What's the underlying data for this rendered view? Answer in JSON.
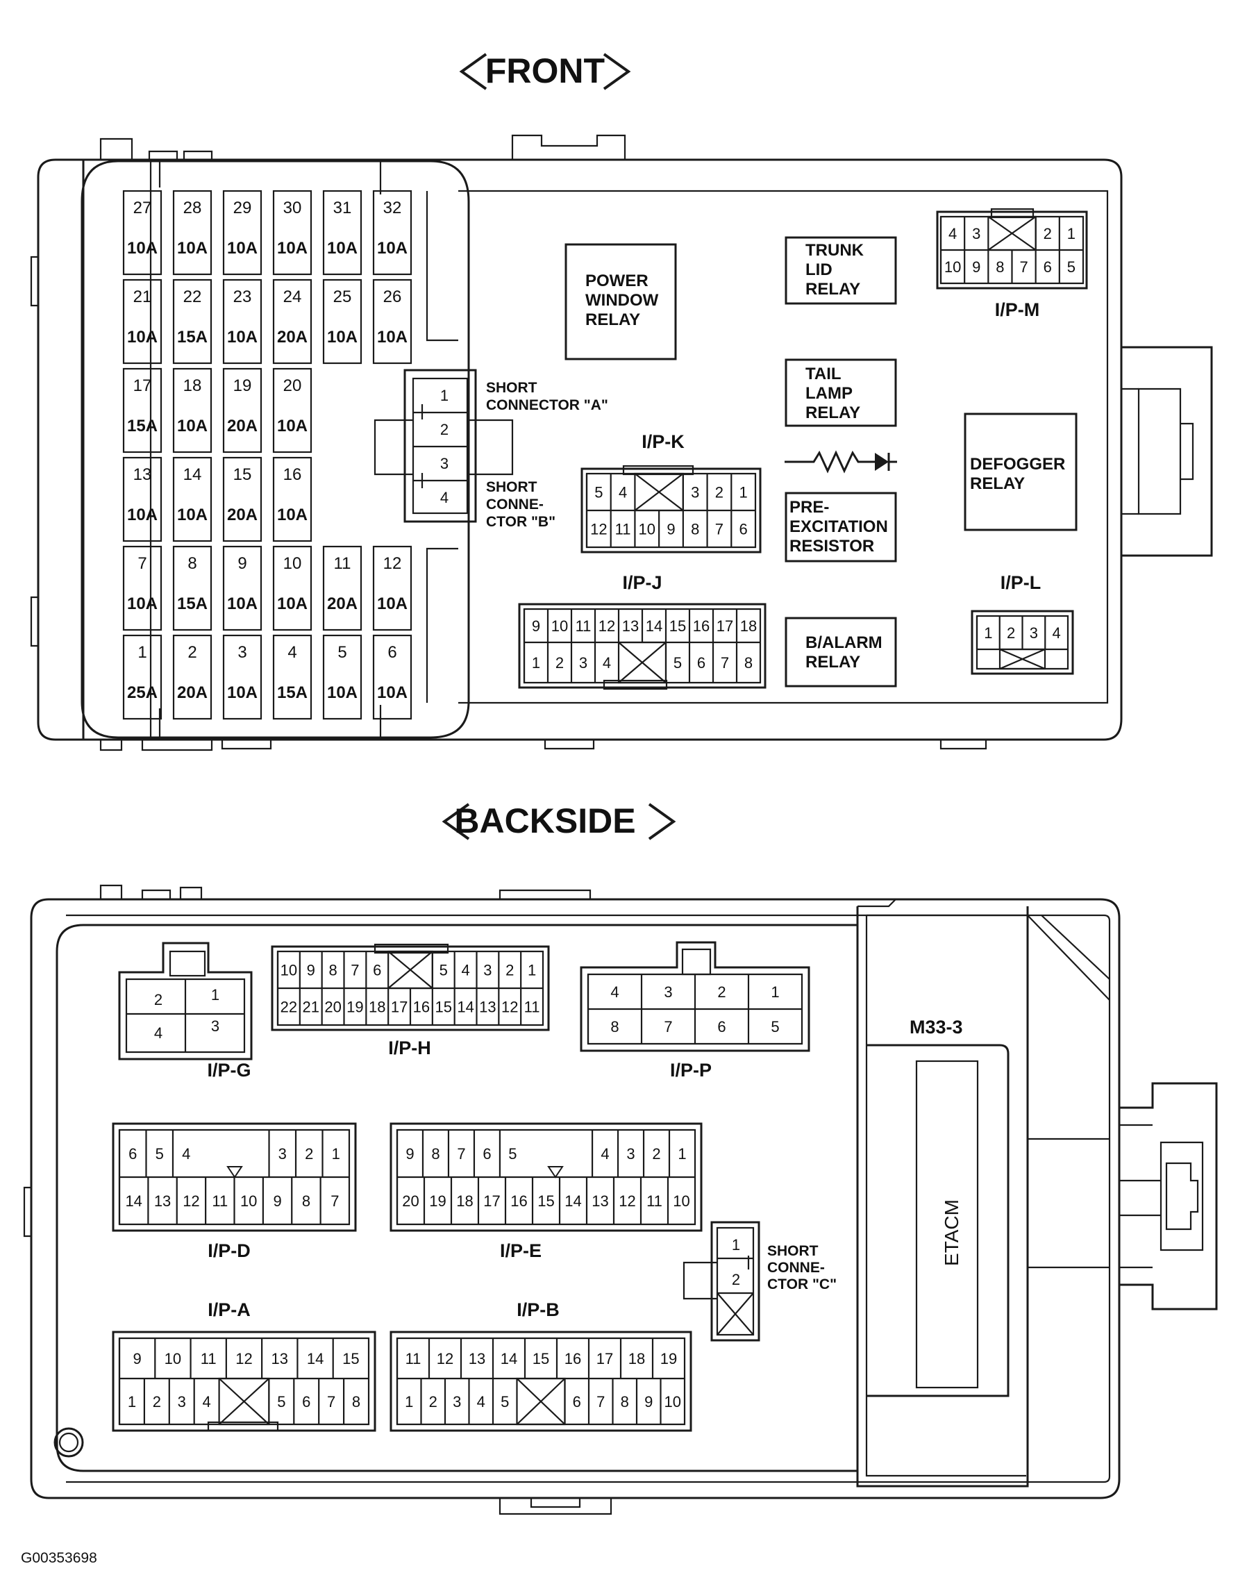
{
  "front": {
    "title": "FRONT",
    "fuses": [
      {
        "n": "27",
        "a": "10A"
      },
      {
        "n": "28",
        "a": "10A"
      },
      {
        "n": "29",
        "a": "10A"
      },
      {
        "n": "30",
        "a": "10A"
      },
      {
        "n": "31",
        "a": "10A"
      },
      {
        "n": "32",
        "a": "10A"
      },
      {
        "n": "21",
        "a": "10A"
      },
      {
        "n": "22",
        "a": "15A"
      },
      {
        "n": "23",
        "a": "10A"
      },
      {
        "n": "24",
        "a": "20A"
      },
      {
        "n": "25",
        "a": "10A"
      },
      {
        "n": "26",
        "a": "10A"
      },
      {
        "n": "17",
        "a": "15A"
      },
      {
        "n": "18",
        "a": "10A"
      },
      {
        "n": "19",
        "a": "20A"
      },
      {
        "n": "20",
        "a": "10A"
      },
      {
        "n": "13",
        "a": "10A"
      },
      {
        "n": "14",
        "a": "10A"
      },
      {
        "n": "15",
        "a": "20A"
      },
      {
        "n": "16",
        "a": "10A"
      },
      {
        "n": "7",
        "a": "10A"
      },
      {
        "n": "8",
        "a": "15A"
      },
      {
        "n": "9",
        "a": "10A"
      },
      {
        "n": "10",
        "a": "10A"
      },
      {
        "n": "11",
        "a": "20A"
      },
      {
        "n": "12",
        "a": "10A"
      },
      {
        "n": "1",
        "a": "25A"
      },
      {
        "n": "2",
        "a": "20A"
      },
      {
        "n": "3",
        "a": "10A"
      },
      {
        "n": "4",
        "a": "15A"
      },
      {
        "n": "5",
        "a": "10A"
      },
      {
        "n": "6",
        "a": "10A"
      }
    ],
    "short_a": {
      "line1": "SHORT",
      "line2": "CONNECTOR \"A\"",
      "pins": [
        "1",
        "2",
        "3",
        "4"
      ]
    },
    "short_b": {
      "line1": "SHORT",
      "line2": "CONNE-",
      "line3": "CTOR \"B\""
    },
    "power_window_relay": [
      "POWER",
      "WINDOW",
      "RELAY"
    ],
    "trunk_lid_relay": [
      "TRUNK",
      "LID",
      "RELAY"
    ],
    "tail_lamp_relay": [
      "TAIL",
      "LAMP",
      "RELAY"
    ],
    "pre_excitation_resistor": [
      "PRE-",
      "EXCITATION",
      "RESISTOR"
    ],
    "balarm_relay": [
      "B/ALARM",
      "RELAY"
    ],
    "defogger_relay": [
      "DEFOGGER",
      "RELAY"
    ],
    "ipm": {
      "label": "I/P-M",
      "top": [
        "4",
        "3",
        "2",
        "1"
      ],
      "bottom": [
        "10",
        "9",
        "8",
        "7",
        "6",
        "5"
      ]
    },
    "ipk": {
      "label": "I/P-K",
      "top": [
        "5",
        "4",
        "3",
        "2",
        "1"
      ],
      "bottom": [
        "12",
        "11",
        "10",
        "9",
        "8",
        "7",
        "6"
      ]
    },
    "ipj": {
      "label": "I/P-J",
      "top": [
        "9",
        "10",
        "11",
        "12",
        "13",
        "14",
        "15",
        "16",
        "17",
        "18"
      ],
      "bottom": [
        "1",
        "2",
        "3",
        "4",
        "5",
        "6",
        "7",
        "8"
      ]
    },
    "ipl": {
      "label": "I/P-L",
      "pins": [
        "1",
        "2",
        "3",
        "4"
      ]
    }
  },
  "back": {
    "title": "BACKSIDE",
    "ipg": {
      "label": "I/P-G",
      "pins": [
        "2",
        "1",
        "4",
        "3"
      ]
    },
    "iph": {
      "label": "I/P-H",
      "top": [
        "10",
        "9",
        "8",
        "7",
        "6",
        "5",
        "4",
        "3",
        "2",
        "1"
      ],
      "bottom": [
        "22",
        "21",
        "20",
        "19",
        "18",
        "17",
        "16",
        "15",
        "14",
        "13",
        "12",
        "11"
      ]
    },
    "ipp": {
      "label": "I/P-P",
      "top": [
        "4",
        "3",
        "2",
        "1"
      ],
      "bottom": [
        "8",
        "7",
        "6",
        "5"
      ]
    },
    "ipd": {
      "label": "I/P-D",
      "top": [
        "6",
        "5",
        "4",
        "3",
        "2",
        "1"
      ],
      "bottom": [
        "14",
        "13",
        "12",
        "11",
        "10",
        "9",
        "8",
        "7"
      ]
    },
    "ipe": {
      "label": "I/P-E",
      "top": [
        "9",
        "8",
        "7",
        "6",
        "5",
        "4",
        "3",
        "2",
        "1"
      ],
      "bottom": [
        "20",
        "19",
        "18",
        "17",
        "16",
        "15",
        "14",
        "13",
        "12",
        "11",
        "10"
      ]
    },
    "ipa": {
      "label": "I/P-A",
      "top": [
        "9",
        "10",
        "11",
        "12",
        "13",
        "14",
        "15"
      ],
      "bottom": [
        "1",
        "2",
        "3",
        "4",
        "5",
        "6",
        "7",
        "8"
      ]
    },
    "ipb": {
      "label": "I/P-B",
      "top": [
        "11",
        "12",
        "13",
        "14",
        "15",
        "16",
        "17",
        "18",
        "19"
      ],
      "bottom": [
        "1",
        "2",
        "3",
        "4",
        "5",
        "6",
        "7",
        "8",
        "9",
        "10"
      ]
    },
    "short_c": {
      "line1": "SHORT",
      "line2": "CONNE-",
      "line3": "CTOR \"C\"",
      "pins": [
        "1",
        "2"
      ]
    },
    "m33": "M33-3",
    "etacm": "ETACM"
  },
  "figure_id": "G00353698"
}
